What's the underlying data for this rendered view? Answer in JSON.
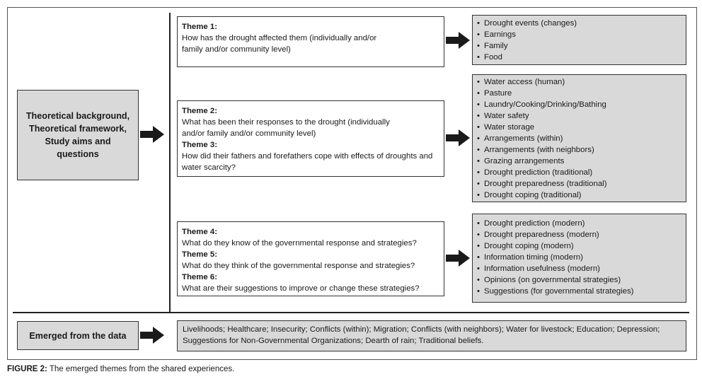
{
  "left_box": {
    "lines": [
      "Theoretical background,",
      "Theoretical framework,",
      "Study aims and",
      "questions"
    ]
  },
  "themes": [
    {
      "items": [
        {
          "title": "Theme 1:",
          "question": "How has the drought affected them (individually and/or family and/or community level)"
        }
      ],
      "outcomes": [
        "Drought events (changes)",
        "Earnings",
        "Family",
        "Food"
      ]
    },
    {
      "items": [
        {
          "title": "Theme 2:",
          "question": "What has been their responses to the drought (individually and/or family and/or community level)"
        },
        {
          "title": "Theme 3:",
          "question": "How did their fathers and forefathers cope with effects of droughts and water scarcity?"
        }
      ],
      "outcomes": [
        "Water access (human)",
        "Pasture",
        "Laundry/Cooking/Drinking/Bathing",
        "Water safety",
        "Water storage",
        "Arrangements (within)",
        "Arrangements (with neighbors)",
        "Grazing arrangements",
        "Drought prediction (traditional)",
        "Drought preparedness (traditional)",
        "Drought coping (traditional)"
      ]
    },
    {
      "items": [
        {
          "title": "Theme 4:",
          "question": "What do they know of the governmental response and strategies?"
        },
        {
          "title": "Theme 5:",
          "question": "What do they think of the governmental response and strategies?"
        },
        {
          "title": "Theme 6:",
          "question": "What are their suggestions to improve or change these strategies?"
        }
      ],
      "outcomes": [
        "Drought prediction (modern)",
        "Drought preparedness (modern)",
        "Drought coping (modern)",
        "Information timing (modern)",
        "Information usefulness (modern)",
        "Opinions (on governmental strategies)",
        "Suggestions (for governmental strategies)"
      ]
    }
  ],
  "emerged": {
    "label": "Emerged from the data",
    "text": "Livelihoods; Healthcare; Insecurity; Conflicts (within); Migration; Conflicts (with neighbors); Water for livestock; Education; Depression; Suggestions for Non-Governmental Organizations; Dearth of rain; Traditional beliefs."
  },
  "caption": {
    "label": "FIGURE 2:",
    "text": " The emerged themes from the shared experiences."
  }
}
